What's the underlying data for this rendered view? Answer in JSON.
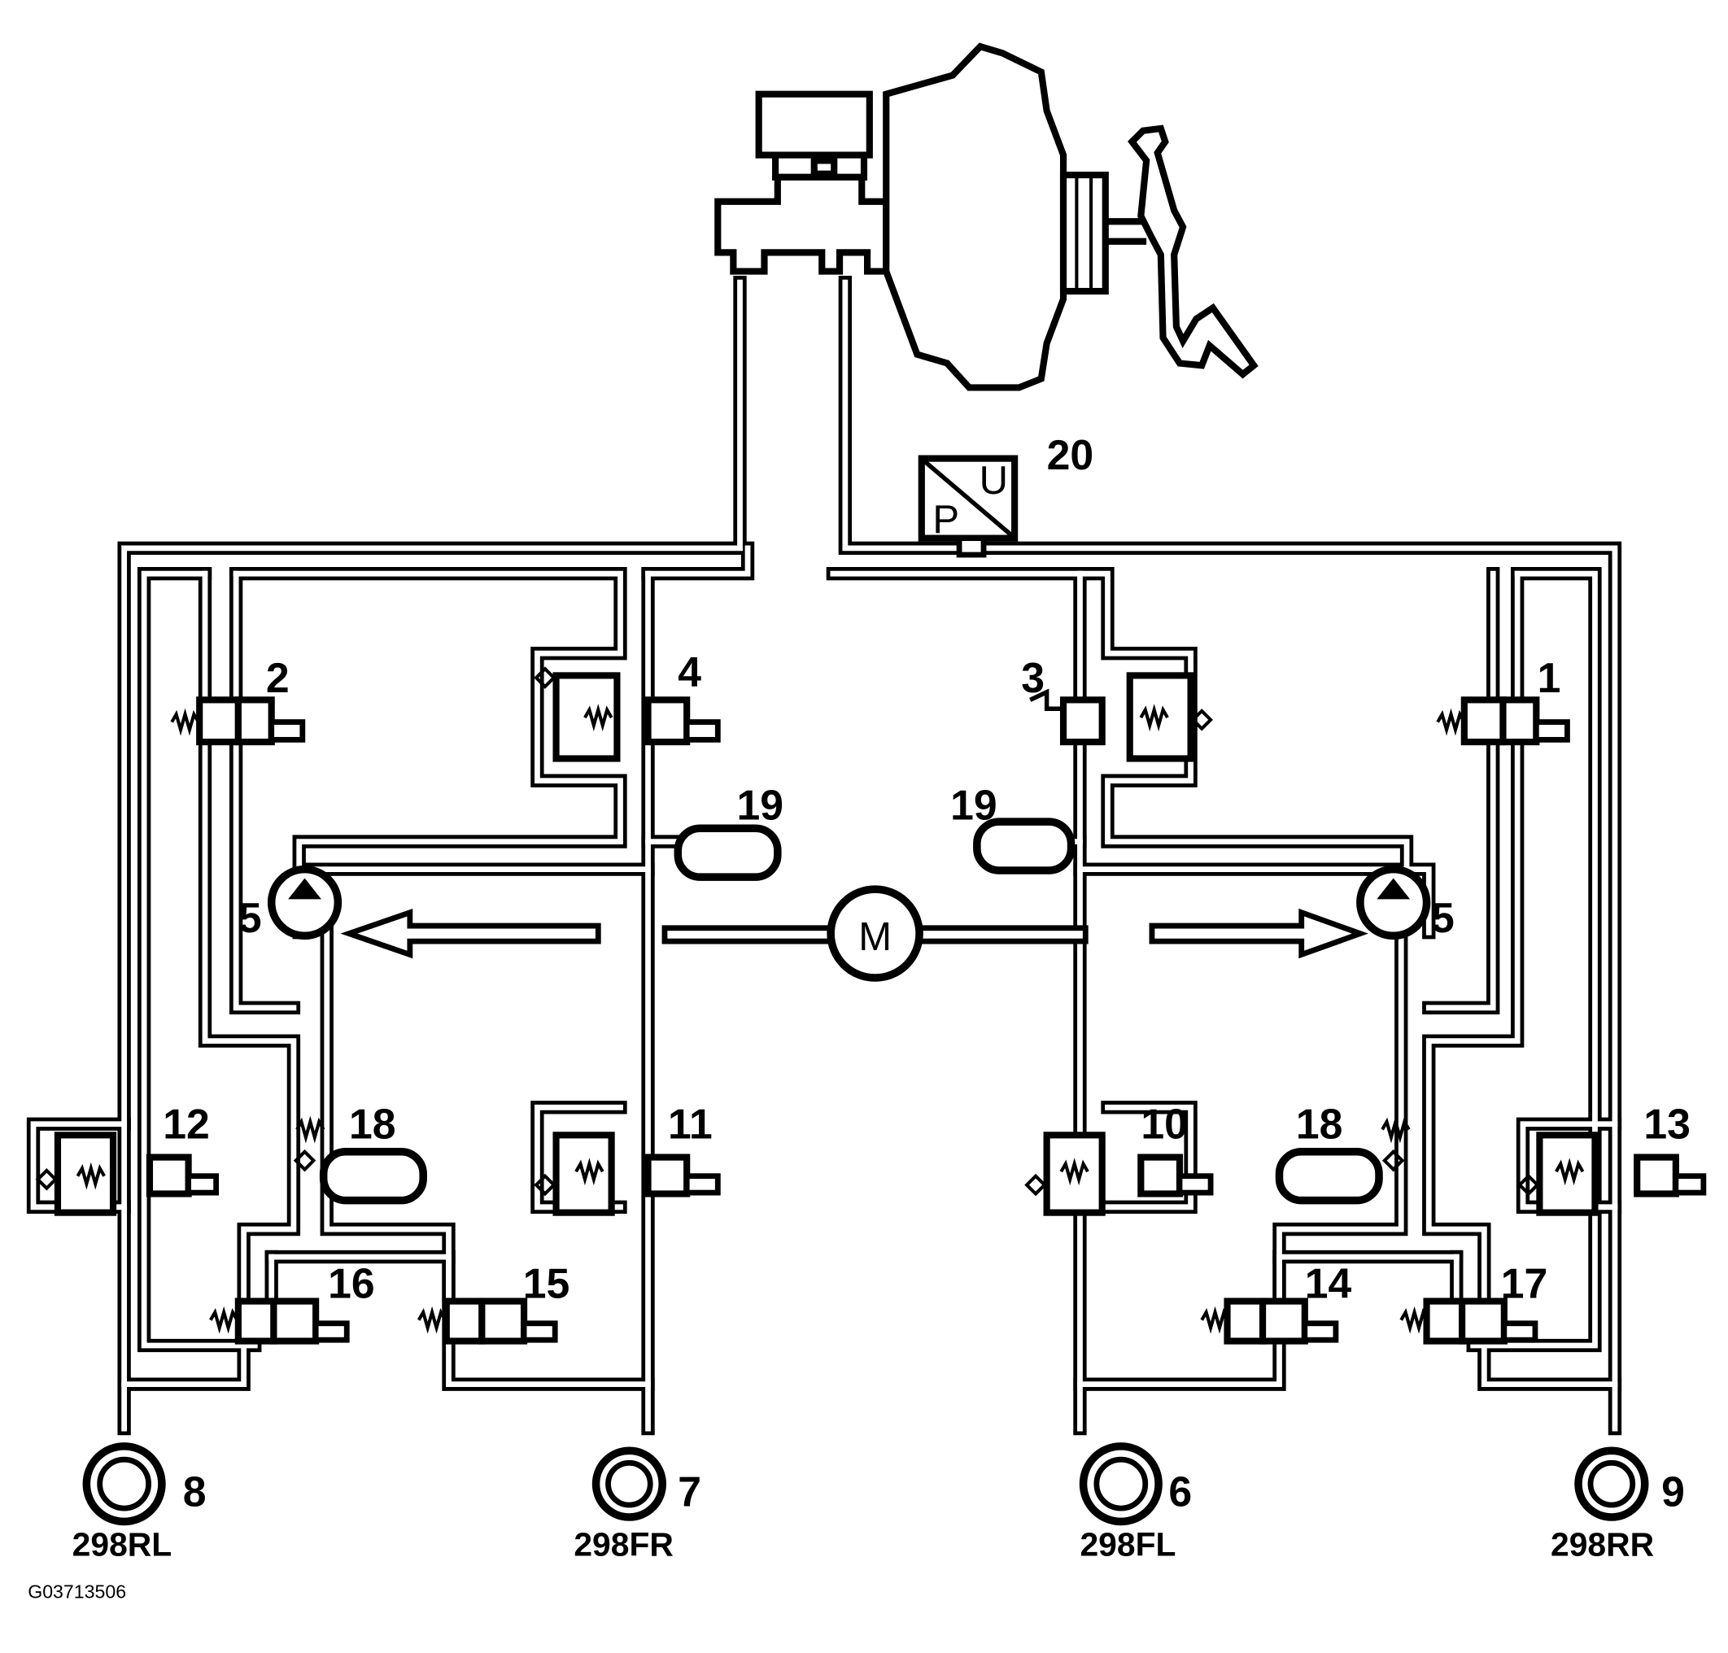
{
  "labels": {
    "l1": "1",
    "l2": "2",
    "l3": "3",
    "l4": "4",
    "l5a": "5",
    "l5b": "5",
    "l6": "6",
    "l7": "7",
    "l8": "8",
    "l9": "9",
    "l10": "10",
    "l11": "11",
    "l12": "12",
    "l13": "13",
    "l14": "14",
    "l15": "15",
    "l16": "16",
    "l17": "17",
    "l18a": "18",
    "l18b": "18",
    "l19a": "19",
    "l19b": "19",
    "l20": "20"
  },
  "wheels": {
    "rl": "298RL",
    "fr": "298FR",
    "fl": "298FL",
    "rr": "298RR"
  },
  "sensor": {
    "p": "P",
    "u": "U"
  },
  "motor": "M",
  "figure_code": "G03713506"
}
